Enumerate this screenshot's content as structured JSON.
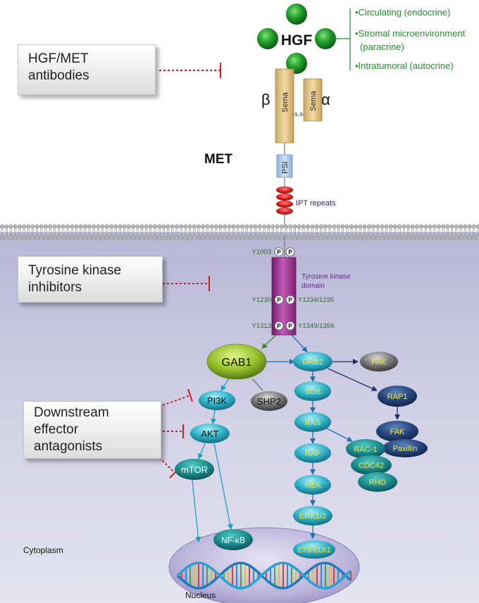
{
  "ligand": {
    "label": "HGF"
  },
  "hgf_sources": [
    "•Circulating (endocrine)",
    "•Stromal microenvironment",
    "(paracrine)",
    "•Intratumoral (autocrine)"
  ],
  "therapy_boxes": {
    "antibodies": "HGF/MET\nantibodies",
    "tki": "Tyrosine kinase\ninhibitors",
    "downstream": "Downstream\neffector\nantagonists"
  },
  "receptor": {
    "name": "MET",
    "beta": "β",
    "alpha": "α",
    "sema": "Sema",
    "disulfide": "-s.s-",
    "psi": "PSI",
    "ipt": "IPT repeats",
    "kinase_domain_line1": "Tyrosine kinase",
    "kinase_domain_line2": "domain",
    "phospho": "P"
  },
  "phosphosites": {
    "y1003": "Y1003",
    "y1230": "Y1230",
    "y1234": "Y1234/1235",
    "y1313": "Y1313",
    "y1349": "Y1349/1356"
  },
  "nodes": {
    "gab1": "GAB1",
    "pi3k": "PI3K",
    "shp2": "SHP2",
    "akt": "AKT",
    "mtor": "mTOR",
    "nfkb": "NF-κB",
    "grb2": "GRB2",
    "sos": "SOS",
    "ras": "RAS",
    "raf": "RAF",
    "mek": "MEK",
    "erk": "ERK1/2",
    "ets": "ETS-ELK1",
    "pak": "PAK",
    "rap1": "RAP1",
    "fak": "FAK",
    "paxillin": "Paxillin",
    "rac1": "RAC-1",
    "cdc42": "CDC42",
    "rho": "RHO"
  },
  "compartments": {
    "cytoplasm": "Cytoplasm",
    "nucleus": "Nucleus"
  },
  "colors": {
    "hgf_green": "#1f8f2a",
    "kinase_purple": "#9b2a8f",
    "node_cyan": "#2fb2c6",
    "node_dark_blue": "#1d3f73",
    "node_gray": "#5d5d5d",
    "inhibitor_red": "#cc1f1f",
    "cytoplasm": "#c9c6e0",
    "node_text_yellow": "#f2e64a"
  }
}
